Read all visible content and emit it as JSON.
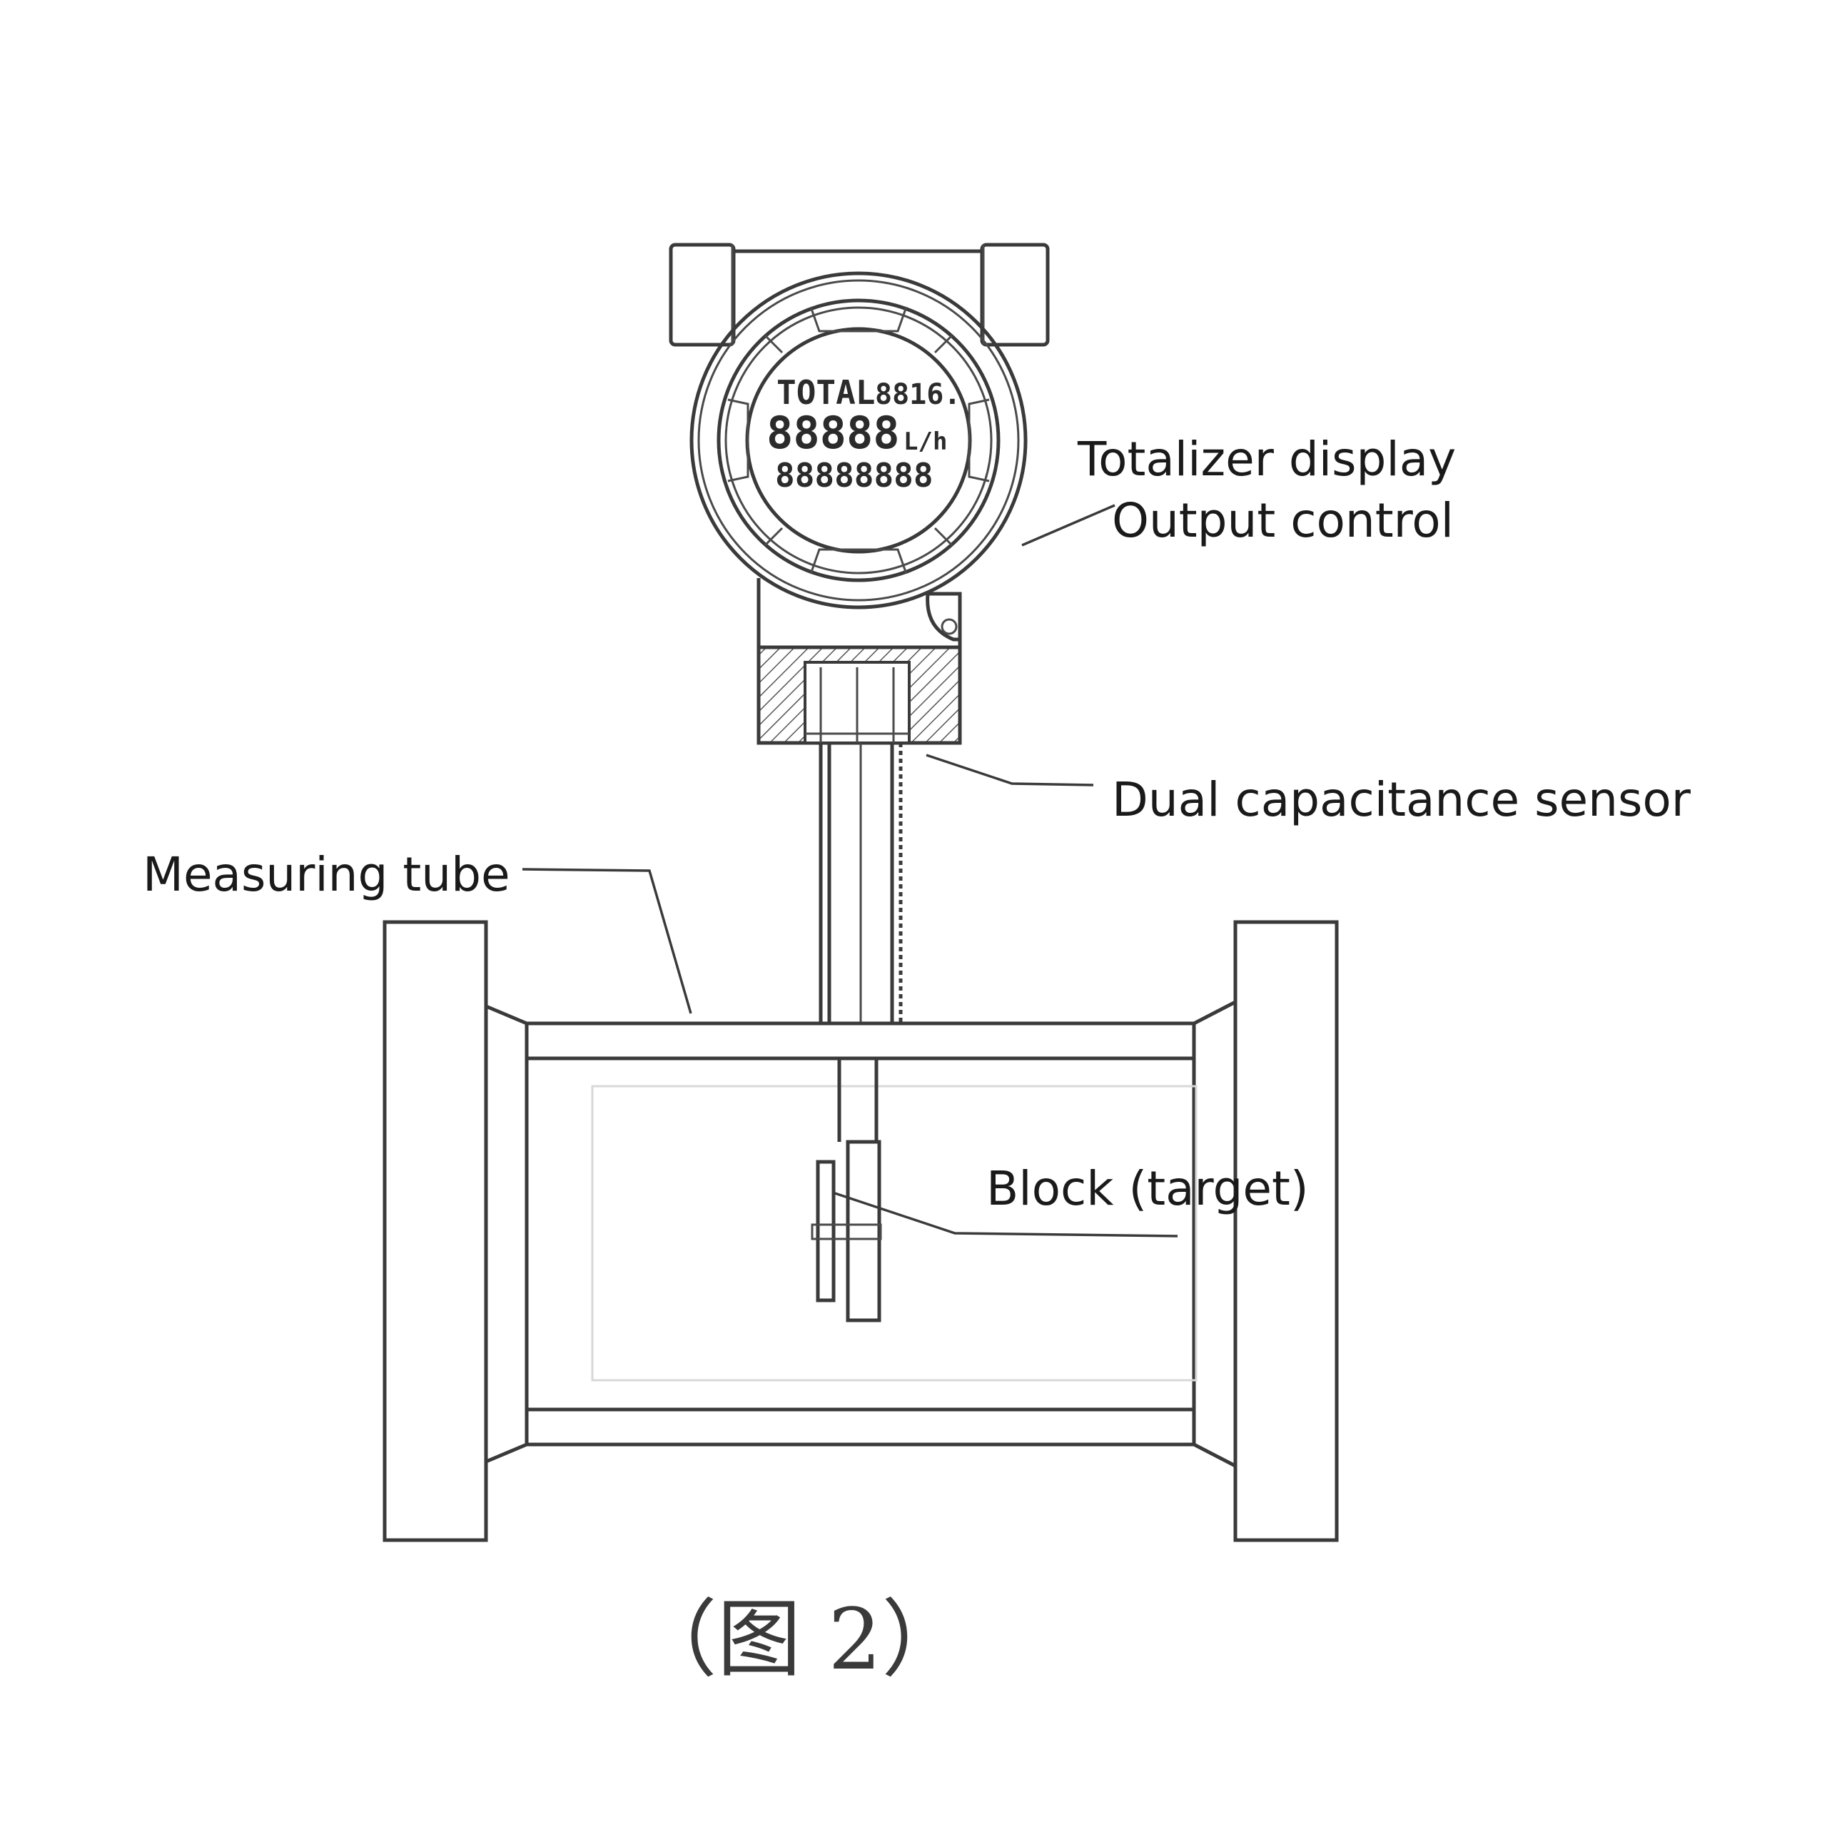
{
  "labels": {
    "totalizer": "Totalizer display",
    "output": "Output control",
    "sensor": "Dual capacitance sensor",
    "tube": "Measuring tube",
    "target": "Block (target)"
  },
  "caption": "（图 2）",
  "lcd": {
    "row1_left": "TOTAL",
    "row1_right": "8816.",
    "row2": "88888",
    "row2_unit": "L/h",
    "row3": "88888888"
  }
}
